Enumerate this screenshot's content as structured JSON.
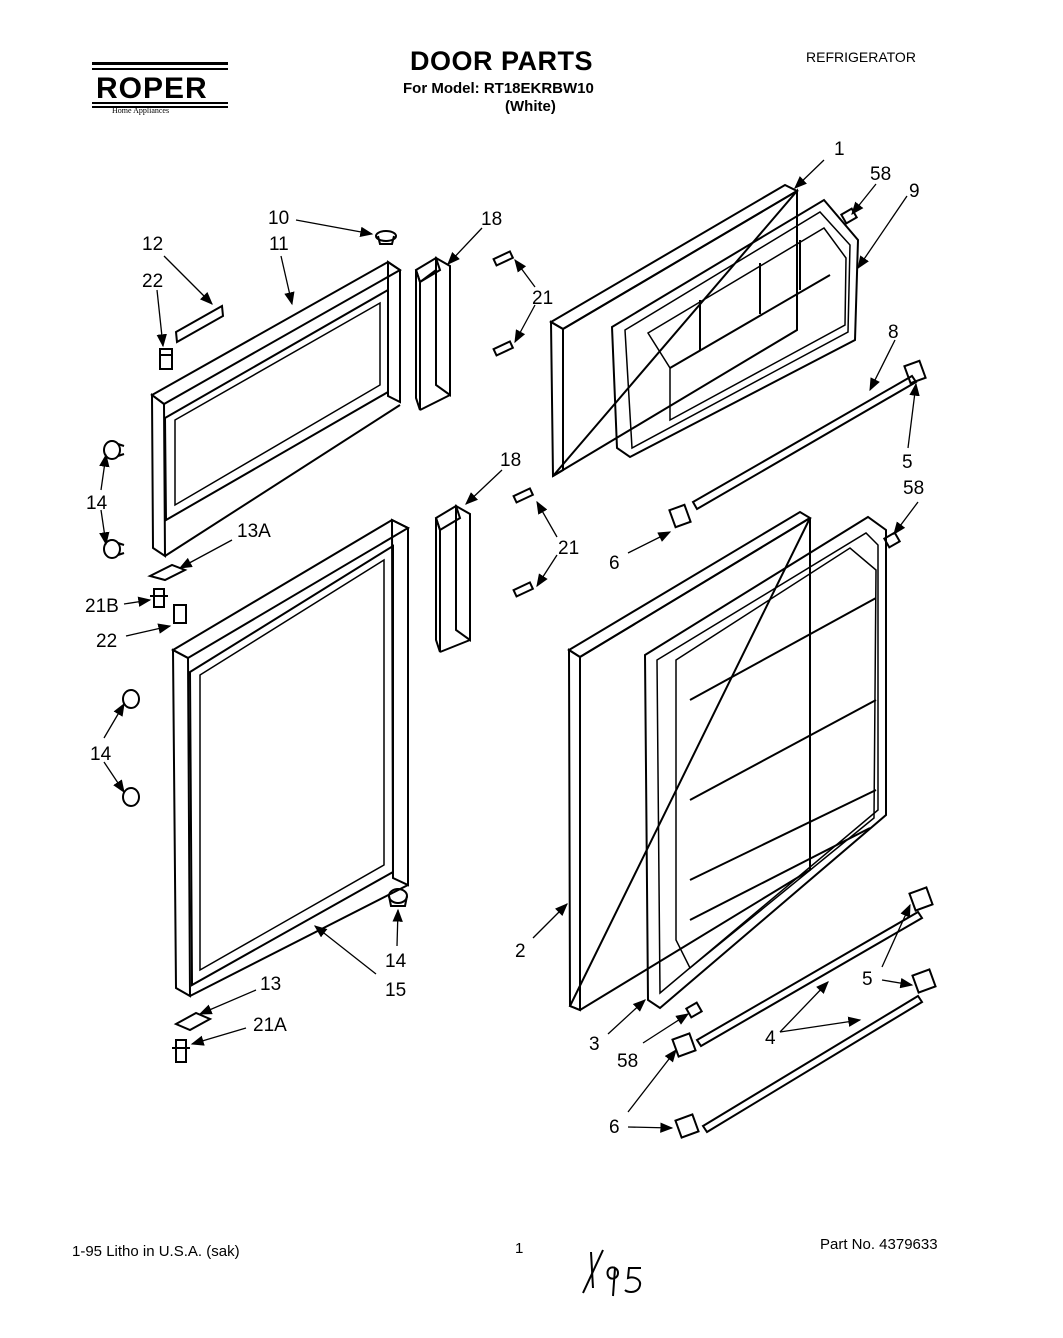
{
  "header": {
    "brand": "ROPER",
    "brand_tagline": "Home Appliances",
    "title": "DOOR PARTS",
    "model_line": "For Model: RT18EKRBW10",
    "color_line": "(White)",
    "appliance": "REFRIGERATOR"
  },
  "callouts": {
    "c1": "1",
    "c58a": "58",
    "c9": "9",
    "c10": "10",
    "c11": "11",
    "c12": "12",
    "c22a": "22",
    "c18a": "18",
    "c21a": "21",
    "c8": "8",
    "c5a": "5",
    "c58b": "58",
    "c14a": "14",
    "c13A": "13A",
    "c18b": "18",
    "c21b": "21",
    "c6a": "6",
    "c21B": "21B",
    "c22b": "22",
    "c14b": "14",
    "c2": "2",
    "c14c": "14",
    "c15": "15",
    "c5b": "5",
    "c13": "13",
    "c21A": "21A",
    "c3": "3",
    "c58c": "58",
    "c4": "4",
    "c6b": "6"
  },
  "footer": {
    "left": "1-95  Litho in U.S.A. (sak)",
    "page": "1",
    "part_no": "Part No. 4379633",
    "handwritten": "1/95"
  }
}
